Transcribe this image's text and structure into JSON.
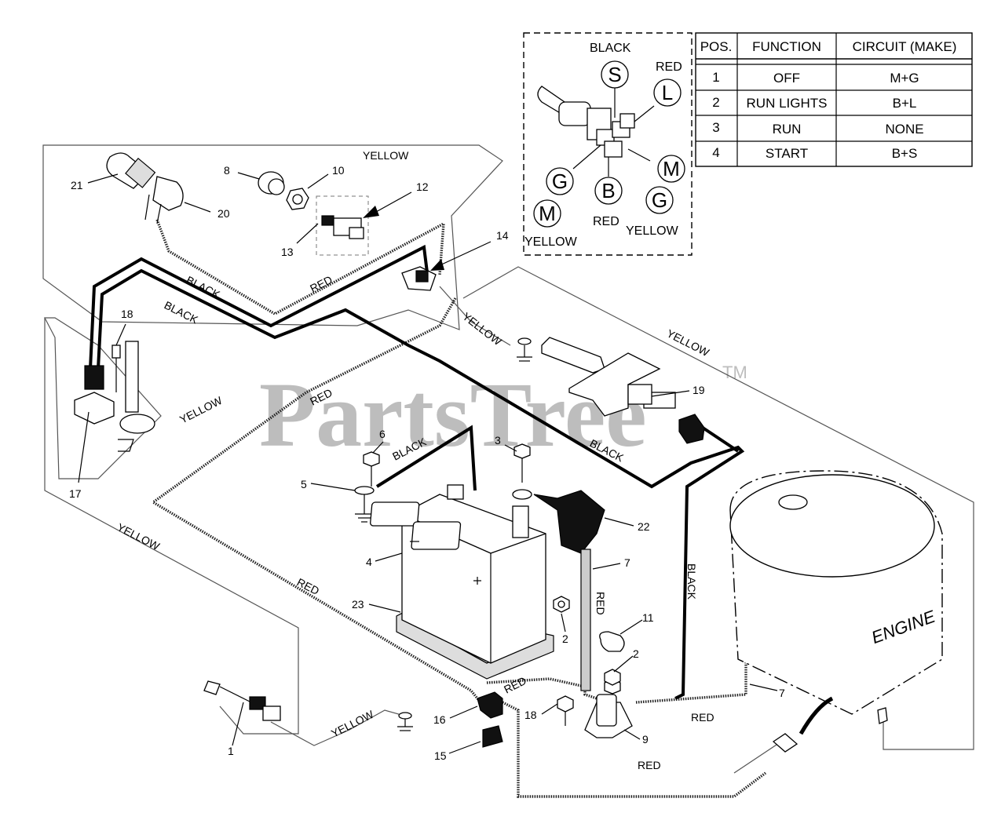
{
  "watermark": {
    "text": "PartsTree",
    "tm": "TM"
  },
  "switch_table": {
    "headers": [
      "POS.",
      "FUNCTION",
      "CIRCUIT  (MAKE)"
    ],
    "rows": [
      {
        "pos": "1",
        "function": "OFF",
        "circuit": "M+G"
      },
      {
        "pos": "2",
        "function": "RUN LIGHTS",
        "circuit": "B+L"
      },
      {
        "pos": "3",
        "function": "RUN",
        "circuit": "NONE"
      },
      {
        "pos": "4",
        "function": "START",
        "circuit": "B+S"
      }
    ]
  },
  "switch_inset": {
    "terminals": {
      "s": "S",
      "l": "L",
      "m_right": "M",
      "g_left": "G",
      "b": "B",
      "g_right": "G",
      "m_left": "M"
    },
    "labels": {
      "black": "BLACK",
      "red_top": "RED",
      "red_bottom": "RED",
      "yellow_right": "YELLOW",
      "yellow_left": "YELLOW"
    }
  },
  "engine_label": "ENGINE",
  "wire_labels": {
    "yellow_top": "YELLOW",
    "black_1": "BLACK",
    "black_2": "BLACK",
    "red_top": "RED",
    "yellow_14": "YELLOW",
    "yellow_right": "YELLOW",
    "yellow_17": "YELLOW",
    "red_mid": "RED",
    "black_battery": "BLACK",
    "black_19": "BLACK",
    "yellow_left": "YELLOW",
    "red_left": "RED",
    "red_vertical": "RED",
    "black_vertical": "BLACK",
    "red_16": "RED",
    "yellow_bottom": "YELLOW",
    "red_7": "RED",
    "red_bottom": "RED"
  },
  "callouts": {
    "c21": "21",
    "c8": "8",
    "c10": "10",
    "c12": "12",
    "c20": "20",
    "c13": "13",
    "c14": "14",
    "c18_top": "18",
    "c17": "17",
    "c6": "6",
    "c3": "3",
    "c5": "5",
    "c19": "19",
    "c22": "22",
    "c4": "4",
    "c7_upper": "7",
    "c23": "23",
    "c2_left": "2",
    "c11": "11",
    "c2_right": "2",
    "c16": "16",
    "c18_bottom": "18",
    "c9": "9",
    "c7_lower": "7",
    "c15": "15",
    "c1": "1"
  }
}
